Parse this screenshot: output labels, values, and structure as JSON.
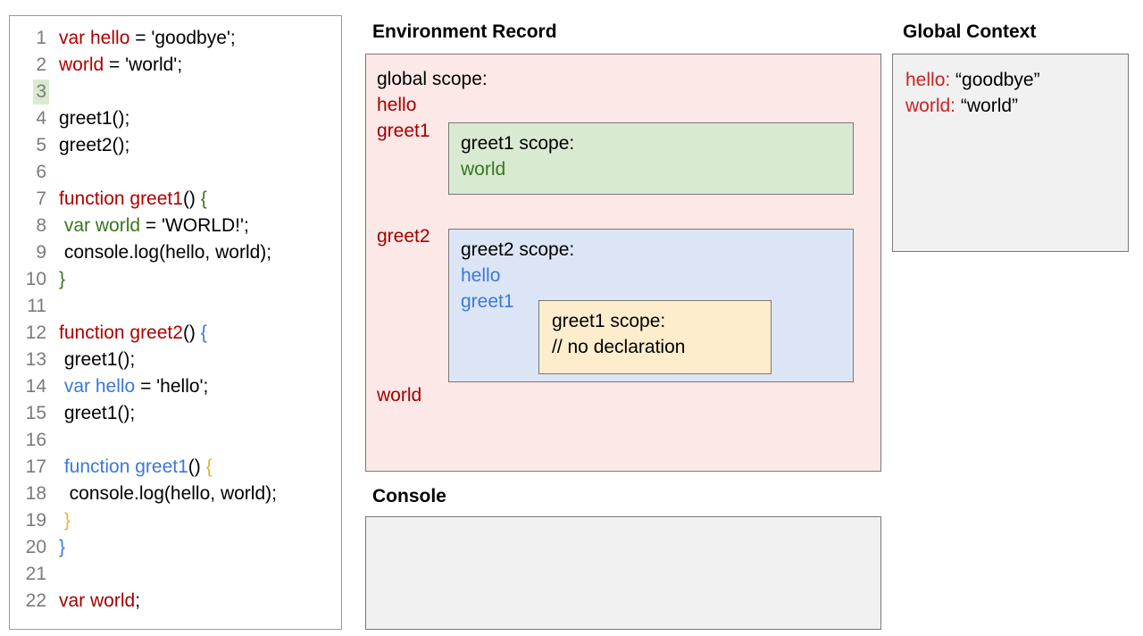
{
  "editor": {
    "lines": [
      {
        "num": "1",
        "highlight": false,
        "tokens": [
          {
            "t": "var hello",
            "c": "red"
          },
          {
            "t": " = 'goodbye';",
            "c": "black"
          }
        ]
      },
      {
        "num": "2",
        "highlight": false,
        "tokens": [
          {
            "t": "world",
            "c": "red"
          },
          {
            "t": " = 'world';",
            "c": "black"
          }
        ]
      },
      {
        "num": "3",
        "highlight": true,
        "tokens": [
          {
            "t": "",
            "c": "black"
          }
        ]
      },
      {
        "num": "4",
        "highlight": false,
        "tokens": [
          {
            "t": "greet1();",
            "c": "black"
          }
        ]
      },
      {
        "num": "5",
        "highlight": false,
        "tokens": [
          {
            "t": "greet2();",
            "c": "black"
          }
        ]
      },
      {
        "num": "6",
        "highlight": false,
        "tokens": [
          {
            "t": "",
            "c": "black"
          }
        ]
      },
      {
        "num": "7",
        "highlight": false,
        "tokens": [
          {
            "t": "function greet1",
            "c": "red"
          },
          {
            "t": "() ",
            "c": "black"
          },
          {
            "t": "{",
            "c": "green"
          }
        ]
      },
      {
        "num": "8",
        "highlight": false,
        "tokens": [
          {
            "t": " ",
            "c": "black"
          },
          {
            "t": "var world",
            "c": "green"
          },
          {
            "t": " = 'WORLD!';",
            "c": "black"
          }
        ]
      },
      {
        "num": "9",
        "highlight": false,
        "tokens": [
          {
            "t": " console.log(hello, world);",
            "c": "black"
          }
        ]
      },
      {
        "num": "10",
        "highlight": false,
        "tokens": [
          {
            "t": "}",
            "c": "green"
          }
        ]
      },
      {
        "num": "11",
        "highlight": false,
        "tokens": [
          {
            "t": "",
            "c": "black"
          }
        ]
      },
      {
        "num": "12",
        "highlight": false,
        "tokens": [
          {
            "t": "function greet2",
            "c": "red"
          },
          {
            "t": "() ",
            "c": "black"
          },
          {
            "t": "{",
            "c": "blue"
          }
        ]
      },
      {
        "num": "13",
        "highlight": false,
        "tokens": [
          {
            "t": " greet1();",
            "c": "black"
          }
        ]
      },
      {
        "num": "14",
        "highlight": false,
        "tokens": [
          {
            "t": " ",
            "c": "black"
          },
          {
            "t": "var hello",
            "c": "blue"
          },
          {
            "t": " = 'hello';",
            "c": "black"
          }
        ]
      },
      {
        "num": "15",
        "highlight": false,
        "tokens": [
          {
            "t": " greet1();",
            "c": "black"
          }
        ]
      },
      {
        "num": "16",
        "highlight": false,
        "tokens": [
          {
            "t": "",
            "c": "black"
          }
        ]
      },
      {
        "num": "17",
        "highlight": false,
        "tokens": [
          {
            "t": " ",
            "c": "black"
          },
          {
            "t": "function greet1",
            "c": "blue"
          },
          {
            "t": "() ",
            "c": "black"
          },
          {
            "t": "{",
            "c": "yellow"
          }
        ]
      },
      {
        "num": "18",
        "highlight": false,
        "tokens": [
          {
            "t": "  console.log(hello, world);",
            "c": "black"
          }
        ]
      },
      {
        "num": "19",
        "highlight": false,
        "tokens": [
          {
            "t": " ",
            "c": "black"
          },
          {
            "t": "}",
            "c": "yellow"
          }
        ]
      },
      {
        "num": "20",
        "highlight": false,
        "tokens": [
          {
            "t": "}",
            "c": "blue"
          }
        ]
      },
      {
        "num": "21",
        "highlight": false,
        "tokens": [
          {
            "t": "",
            "c": "black"
          }
        ]
      },
      {
        "num": "22",
        "highlight": false,
        "tokens": [
          {
            "t": "var world",
            "c": "darkred"
          },
          {
            "t": ";",
            "c": "black"
          }
        ]
      }
    ]
  },
  "environment_record": {
    "title": "Environment Record",
    "global_scope_label": "global scope:",
    "global_vars": [
      "hello",
      "greet1",
      "greet2",
      "world"
    ],
    "greet1_scope": {
      "title": "greet1 scope:",
      "vars": [
        "world"
      ]
    },
    "greet2_scope": {
      "title": "greet2 scope:",
      "vars": [
        "hello",
        "greet1"
      ],
      "nested_greet1_scope": {
        "title": "greet1 scope:",
        "note": "// no declaration"
      }
    }
  },
  "console": {
    "title": "Console",
    "output": ""
  },
  "global_context": {
    "title": "Global Context",
    "entries": [
      {
        "name": "hello:",
        "value": "“goodbye”"
      },
      {
        "name": "world:",
        "value": "“world”"
      }
    ]
  },
  "colors": {
    "env_panel_bg": "#fce8e6",
    "greet1_scope_bg": "#d9ead3",
    "greet2_scope_bg": "#dbe5f5",
    "nested_scope_bg": "#fdedcd",
    "panel_bg": "#f1f1f1",
    "red": "#b00000",
    "green": "#38761d",
    "blue": "#3c78d8",
    "yellow": "#e8b33c",
    "line_number": "#7b7b7b",
    "highlight": "#d9ead3"
  }
}
